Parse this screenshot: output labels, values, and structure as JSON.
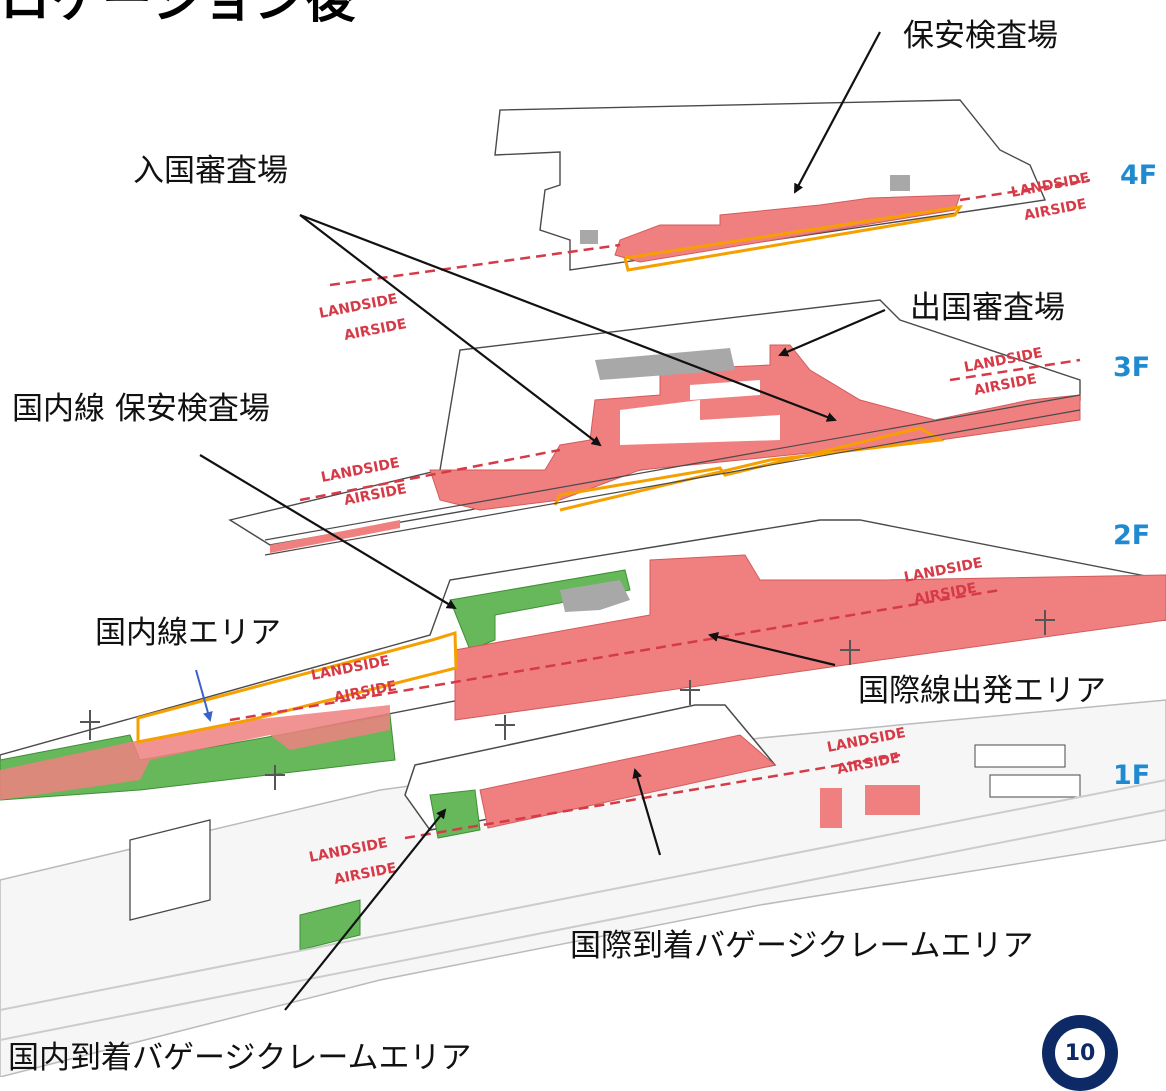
{
  "page": {
    "title": "ロケーション後",
    "page_number": "10"
  },
  "colors": {
    "international": "#f08080",
    "domestic": "#66b85a",
    "security_outline": "#f5a000",
    "boundary_line": "#d63a47",
    "floor_label": "#1f8ad0",
    "restricted": "#a8a8a8",
    "outline": "#4a4a4a",
    "badge": "#0d2a66"
  },
  "floors": [
    {
      "id": "4f",
      "label": "4F"
    },
    {
      "id": "3f",
      "label": "3F"
    },
    {
      "id": "2f",
      "label": "2F"
    },
    {
      "id": "1f",
      "label": "1F"
    }
  ],
  "zone_labels": {
    "landside": "LANDSIDE",
    "airside": "AIRSIDE"
  },
  "callouts": {
    "security_4f": "保安検査場",
    "immigration": "入国審査場",
    "emigration": "出国審査場",
    "domestic_security": "国内線 保安検査場",
    "domestic_area": "国内線エリア",
    "international_departure": "国際線出発エリア",
    "international_baggage": "国際到着バゲージクレームエリア",
    "domestic_baggage": "国内到着バゲージクレームエリア"
  }
}
